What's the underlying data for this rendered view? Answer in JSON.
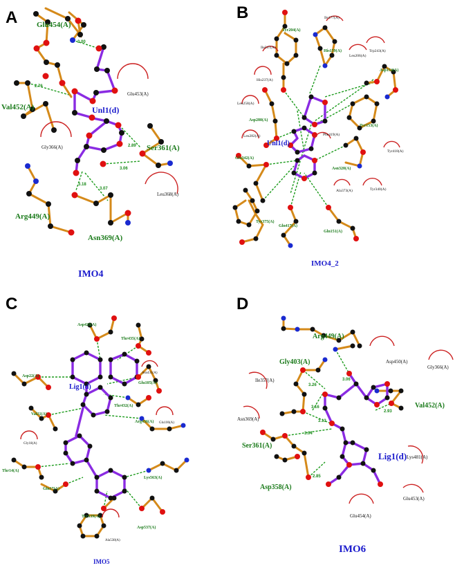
{
  "panels": [
    {
      "id": "A",
      "caption": "IMO4",
      "ligand": "Unl1(d)",
      "hbond_residues": [
        "Glu454(A)",
        "Val452(A)",
        "Ser361(A)",
        "Arg449(A)",
        "Asn369(A)"
      ],
      "hydrophobic_residues": [
        "Glu453(A)",
        "Gly366(A)",
        "Leu368(A)"
      ],
      "distances": [
        "3.00",
        "2.76",
        "2.89",
        "3.06",
        "3.18",
        "3.07"
      ]
    },
    {
      "id": "B",
      "caption": "IMO4_2",
      "ligand": "Unl1(d)",
      "hbond_residues": [
        "Tyr204(A)",
        "His159(A)",
        "Asp154(A)",
        "Asp280(A)",
        "Tyr153(A)",
        "Glu342(A)",
        "Asn320(A)",
        "Tyr375(A)",
        "Gln417(A)",
        "Gln151(A)"
      ],
      "hydrophobic_residues": [
        "Ile177(A)",
        "Ile247(A)",
        "Leu206(A)",
        "Trp243(A)",
        "His237(A)",
        "Leu258(A)",
        "Phe419(A)",
        "Leu282(A)",
        "Tyr418(A)",
        "Ala373(A)",
        "Tyr340(A)"
      ]
    },
    {
      "id": "C",
      "caption": "IMO5",
      "ligand": "Lig1(d)",
      "hbond_residues": [
        "Asp428(A)",
        "Thr435(A)",
        "Asp22(A)",
        "Glu105(A)",
        "Val21(A)",
        "Thr432(A)",
        "Arg436(A)",
        "Thr14(A)",
        "Gln17(A)",
        "Lys563(A)",
        "Tyr539(A)",
        "Asp537(A)"
      ],
      "hydrophobic_residues": [
        "Asn431(A)",
        "Glu106(A)",
        "Gly18(A)",
        "Ala538(A)"
      ]
    },
    {
      "id": "D",
      "caption": "IMO6",
      "ligand": "Lig1(d)",
      "hbond_residues": [
        "Arg449(A)",
        "Gly403(A)",
        "Val452(A)",
        "Ser361(A)",
        "Asp358(A)"
      ],
      "hydrophobic_residues": [
        "Asp450(A)",
        "Gly366(A)",
        "Ile357(A)",
        "Asn369(A)",
        "Lys481(A)",
        "Glu453(A)",
        "Glu454(A)"
      ],
      "distances": [
        "3.06",
        "3.26",
        "2.93",
        "3.16",
        "3.13",
        "3.04",
        "2.85"
      ]
    }
  ]
}
